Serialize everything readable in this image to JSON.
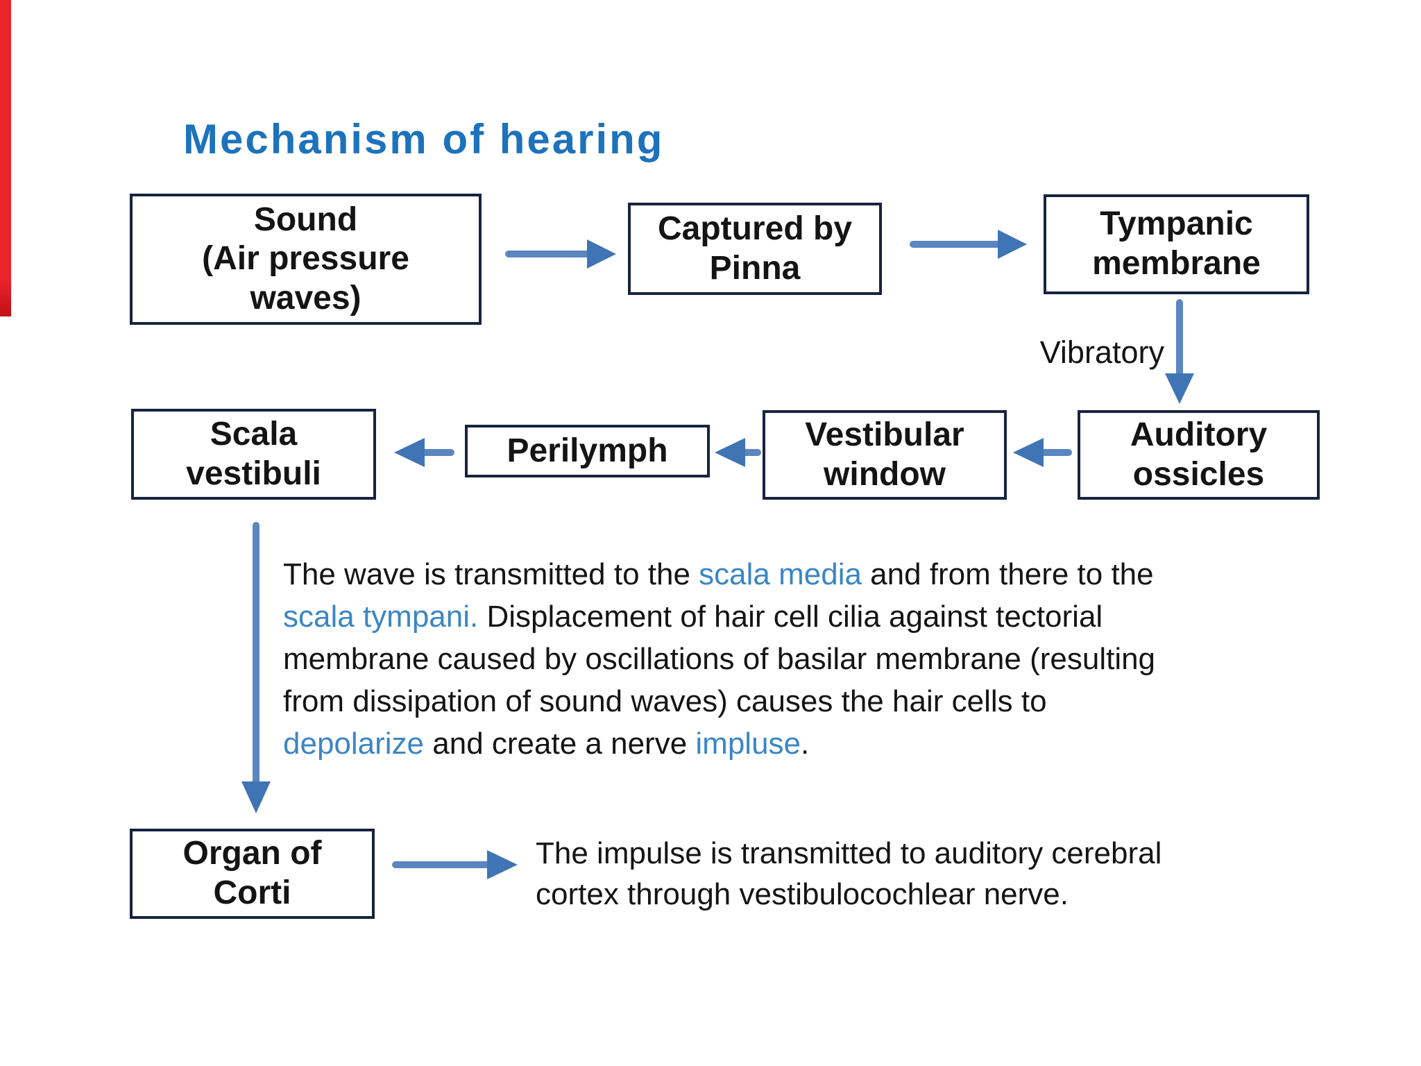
{
  "title": {
    "text": "Mechanism of hearing"
  },
  "colors": {
    "title_blue": "#1d73bb",
    "inline_blue": "#3b86c4",
    "arrow_blue": "#5b86c0",
    "arrow_head_blue": "#3f74b5",
    "box_border": "#17233f",
    "text_black": "#141414",
    "red_stripe": "#e9242b",
    "background": "#ffffff"
  },
  "flowchart": {
    "boxes": [
      {
        "id": "sound",
        "label": "Sound\n(Air pressure\nwaves)"
      },
      {
        "id": "pinna",
        "label": "Captured by\nPinna"
      },
      {
        "id": "tympanic",
        "label": "Tympanic\nmembrane"
      },
      {
        "id": "auditory",
        "label": "Auditory\nossicles"
      },
      {
        "id": "vestibular",
        "label": "Vestibular\nwindow"
      },
      {
        "id": "perilymph",
        "label": "Perilymph"
      },
      {
        "id": "scala",
        "label": "Scala\nvestibuli"
      },
      {
        "id": "organ",
        "label": "Organ of\nCorti"
      }
    ],
    "edge_label": "Vibratory"
  },
  "paragraph": {
    "lines": [
      [
        {
          "t": "The wave is transmitted to the ",
          "c": "k"
        },
        {
          "t": "scala media",
          "c": "b"
        },
        {
          "t": " and from there to the",
          "c": "k"
        }
      ],
      [
        {
          "t": "scala tympani.",
          "c": "b"
        },
        {
          "t": " Displacement of hair cell cilia against tectorial",
          "c": "k"
        }
      ],
      [
        {
          "t": "membrane caused by oscillations of basilar membrane (resulting",
          "c": "k"
        }
      ],
      [
        {
          "t": "from dissipation of sound waves) causes the hair cells to",
          "c": "k"
        }
      ],
      [
        {
          "t": "depolarize",
          "c": "b"
        },
        {
          "t": " and create a nerve ",
          "c": "k"
        },
        {
          "t": "impluse",
          "c": "b"
        },
        {
          "t": ".",
          "c": "k"
        }
      ]
    ]
  },
  "bottom_text": "The impulse is transmitted to auditory cerebral\ncortex through vestibulocochlear nerve."
}
